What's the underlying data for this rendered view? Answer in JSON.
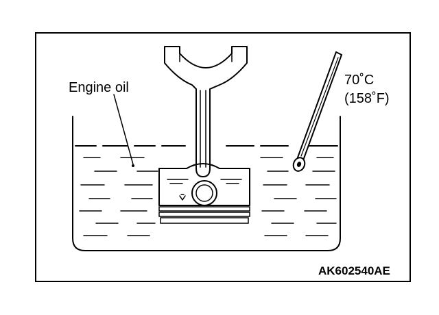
{
  "figure": {
    "labels": {
      "engine_oil": "Engine oil",
      "temp_celsius": "70˚C",
      "temp_fahrenheit": "(158˚F)",
      "figure_code": "AK602540AE"
    },
    "colors": {
      "line": "#000000",
      "background": "#ffffff"
    }
  }
}
